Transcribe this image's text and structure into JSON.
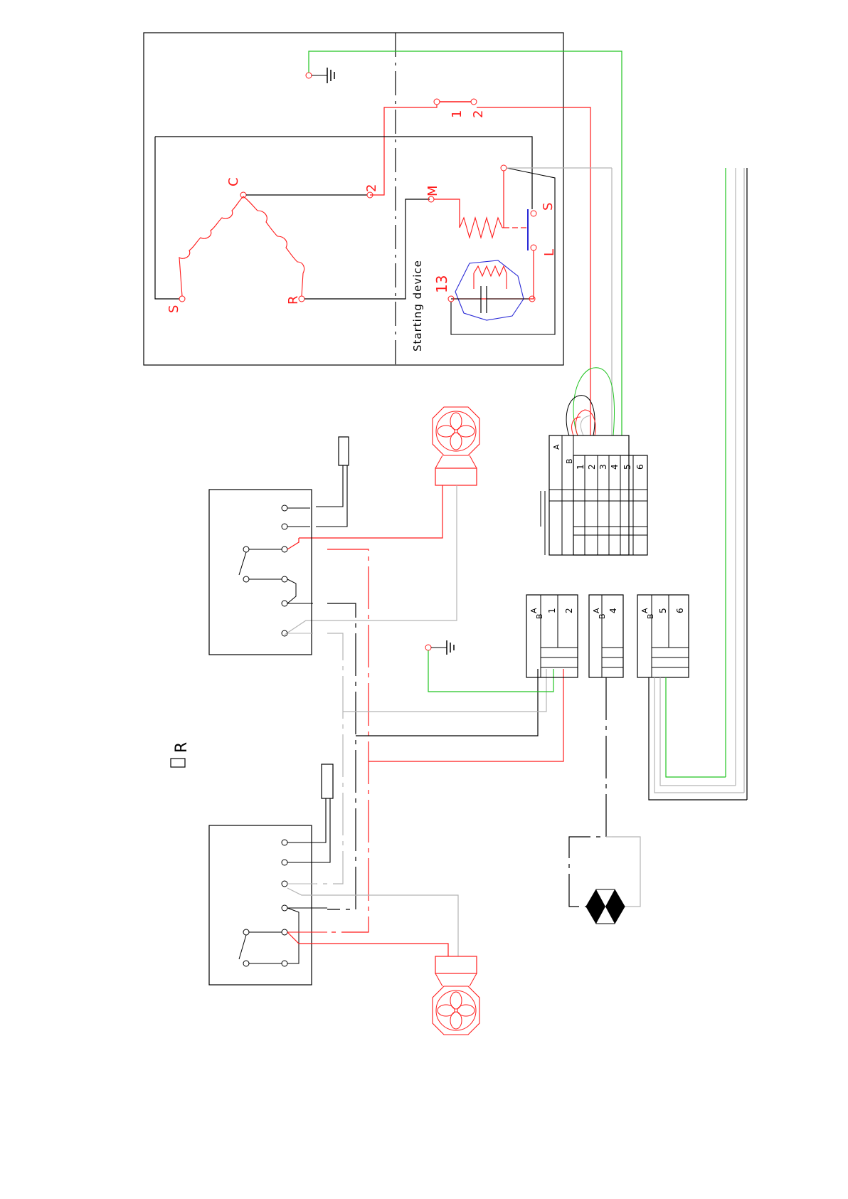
{
  "colors": {
    "black": "#000000",
    "red": "#ff1a1a",
    "green": "#21c421",
    "grey": "#b4b4b4",
    "blue": "#2a2ad6"
  },
  "compressor": {
    "winding_labels": {
      "common": "C",
      "start": "S",
      "run": "R"
    },
    "terminal_2_label": "2",
    "starting_device_label": "Starting device",
    "terminal_m_label": "M",
    "terminal_13_label": "13",
    "terminal_s_label": "S",
    "terminal_l_label": "L",
    "protector_1_label": "1",
    "protector_2_label": "2"
  },
  "connector_main": {
    "side_labels": [
      "A",
      "B"
    ],
    "pin_labels": [
      "1",
      "2",
      "3",
      "4",
      "5",
      "6"
    ]
  },
  "connector_1_2": {
    "side_labels": [
      "A",
      "B"
    ],
    "pin_labels": [
      "1",
      "2"
    ]
  },
  "connector_4": {
    "side_labels": [
      "A",
      "B"
    ],
    "pin_labels": [
      "4"
    ]
  },
  "connector_5_6": {
    "side_labels": [
      "A",
      "B"
    ],
    "pin_labels": [
      "5",
      "6"
    ]
  },
  "legend": {
    "label": "R"
  },
  "icons": [
    "ground-icon",
    "fan-motor-icon",
    "lamp-icon",
    "thermostat-sensor-icon"
  ]
}
